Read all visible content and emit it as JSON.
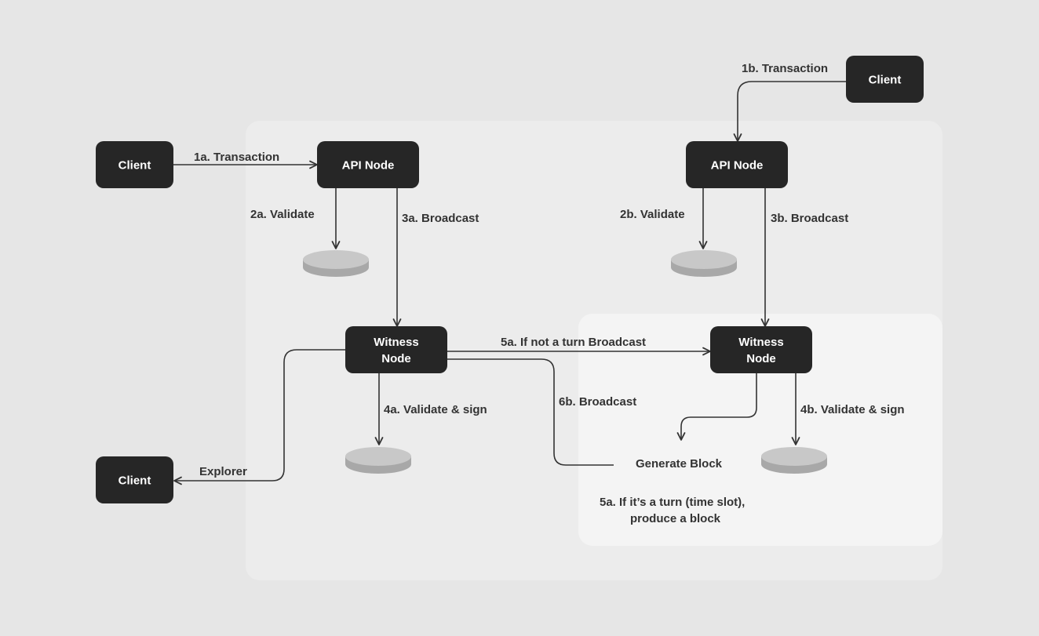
{
  "colors": {
    "background": "#e6e6e6",
    "panel": "#ececec",
    "inner_panel": "#f4f4f4",
    "node_fill": "#262626",
    "node_text": "#ffffff",
    "edge": "#333333",
    "label_text": "#333333",
    "db_top": "#c8c8c8",
    "db_side": "#a8a8a8"
  },
  "nodes": {
    "client_left": "Client",
    "client_top_right": "Client",
    "client_bottom_left": "Client",
    "api_node_left": "API Node",
    "api_node_right": "API Node",
    "witness_left": [
      "Witness",
      "Node"
    ],
    "witness_right": [
      "Witness",
      "Node"
    ],
    "generate_block": "Generate Block"
  },
  "icons": {
    "database": "database-icon"
  },
  "edges": {
    "tx_1a": "1a. Transaction",
    "tx_1b": "1b. Transaction",
    "validate_2a": "2a. Validate",
    "validate_2b": "2b. Validate",
    "broadcast_3a": "3a. Broadcast",
    "broadcast_3b": "3b. Broadcast",
    "validate_sign_4a": "4a. Validate & sign",
    "validate_sign_4b": "4b. Validate & sign",
    "not_turn_5a": "5a. If not a turn Broadcast",
    "broadcast_6b": "6b. Broadcast",
    "explorer": "Explorer",
    "turn_5a": [
      "5a. If it’s a turn (time slot),",
      "produce a block"
    ]
  }
}
